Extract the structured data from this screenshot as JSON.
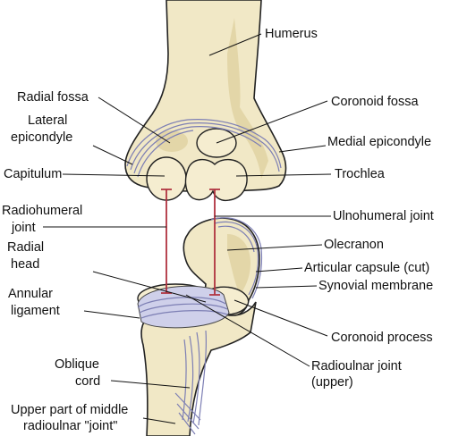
{
  "labels": {
    "humerus": "Humerus",
    "radial_fossa": "Radial fossa",
    "coronoid_fossa": "Coronoid fossa",
    "lateral_epicondyle_1": "Lateral",
    "lateral_epicondyle_2": "epicondyle",
    "medial_epicondyle": "Medial epicondyle",
    "capitulum": "Capitulum",
    "trochlea": "Trochlea",
    "radiohumeral_joint_1": "Radiohumeral",
    "radiohumeral_joint_2": "joint",
    "ulnohumeral_joint": "Ulnohumeral joint",
    "radial_head_1": "Radial",
    "radial_head_2": "head",
    "olecranon": "Olecranon",
    "articular_capsule": "Articular capsule (cut)",
    "synovial_membrane": "Synovial membrane",
    "annular_ligament_1": "Annular",
    "annular_ligament_2": "ligament",
    "coronoid_process": "Coronoid process",
    "radioulnar_joint_1": "Radioulnar joint",
    "radioulnar_joint_2": "(upper)",
    "oblique_cord_1": "Oblique",
    "oblique_cord_2": "cord",
    "upper_middle_1": "Upper part of middle",
    "upper_middle_2": "radioulnar \"joint\""
  },
  "colors": {
    "bone": "#f1e8c6",
    "ligament": "#7d7fb4",
    "joint_marker": "#b0323f"
  }
}
